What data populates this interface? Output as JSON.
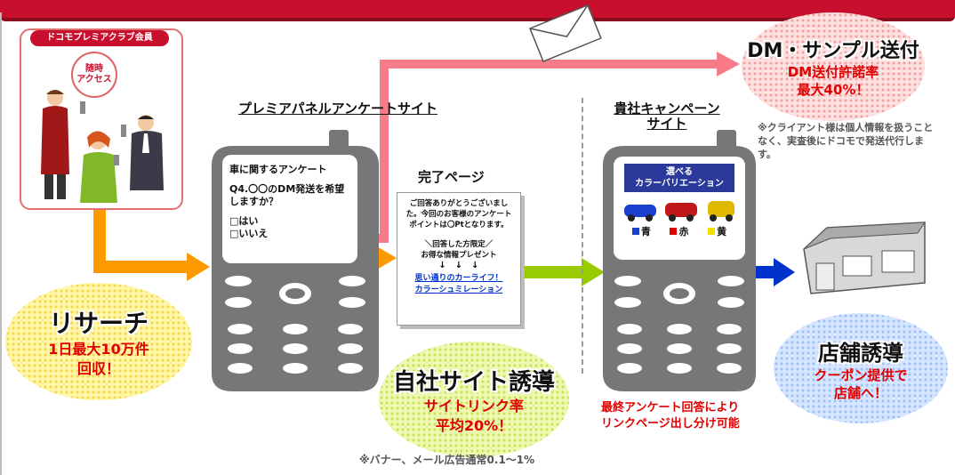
{
  "colors": {
    "accent_red": "#c8102e",
    "arrow_orange": "#ff9900",
    "arrow_pink": "#f77c8a",
    "arrow_green": "#99cc00",
    "arrow_blue": "#0033cc",
    "phone_gray": "#777777"
  },
  "member": {
    "title": "ドコモプレミアクラブ会員",
    "badge": "随時\nアクセス"
  },
  "research": {
    "title": "リサーチ",
    "line1": "1日最大10万件",
    "line2": "回収！"
  },
  "panel": {
    "title": "プレミアパネルアンケートサイト",
    "q_title": "車に関するアンケート",
    "q_text": "Q4.〇〇のDM発送を希望しますか？",
    "opt_yes": "□はい",
    "opt_no": "□いいえ"
  },
  "complete": {
    "title": "完了ページ",
    "msg": "ご回答ありがとうございました。今回のお客様のアンケートポイントは〇Ptとなります。",
    "promo": "＼回答した方限定／\nお得な情報プレゼント",
    "arrows": "↓　↓　↓",
    "link1": "思い通りのカーライフ！",
    "link2": "カラーシュミレーション"
  },
  "own_site": {
    "title": "自社サイト誘導",
    "line1": "サイトリンク率",
    "line2": "平均20%！"
  },
  "footnote": "※バナー、メール広告通常0.1〜1%",
  "campaign": {
    "title": "貴社キャンペーン\nサイト",
    "banner": "選べる\nカラーバリエーション",
    "colors": [
      {
        "label": "青",
        "hex": "#1a3fcc"
      },
      {
        "label": "赤",
        "hex": "#e00000"
      },
      {
        "label": "黄",
        "hex": "#f0e000"
      }
    ],
    "note1": "最終アンケート回答により",
    "note2": "リンクページ出し分け可能"
  },
  "dm": {
    "title": "DM・サンプル送付",
    "line1": "DM送付許諾率",
    "line2": "最大40%！",
    "note": "※クライアント様は個人情報を扱うことなく、実査後にドコモで発送代行します。"
  },
  "store": {
    "title": "店舗誘導",
    "line1": "クーポン提供で",
    "line2": "店舗へ！"
  }
}
